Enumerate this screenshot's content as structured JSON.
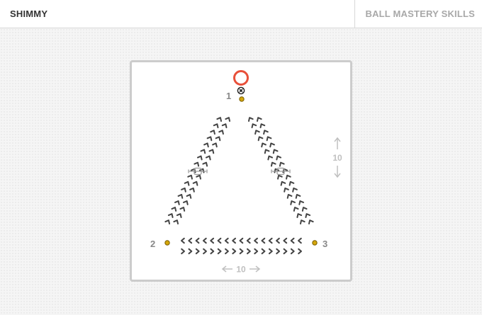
{
  "header": {
    "title": "SHIMMY",
    "category": "BALL MASTERY SKILLS"
  },
  "diagram": {
    "cones": [
      {
        "label": "1"
      },
      {
        "label": "2"
      },
      {
        "label": "3"
      }
    ],
    "dimensions": {
      "vertical": "10",
      "horizontal": "10"
    },
    "colors": {
      "player_ring": "#e8503a",
      "cone": "#d4a60a",
      "path": "#444444",
      "dimension": "#c0c0c0"
    }
  }
}
